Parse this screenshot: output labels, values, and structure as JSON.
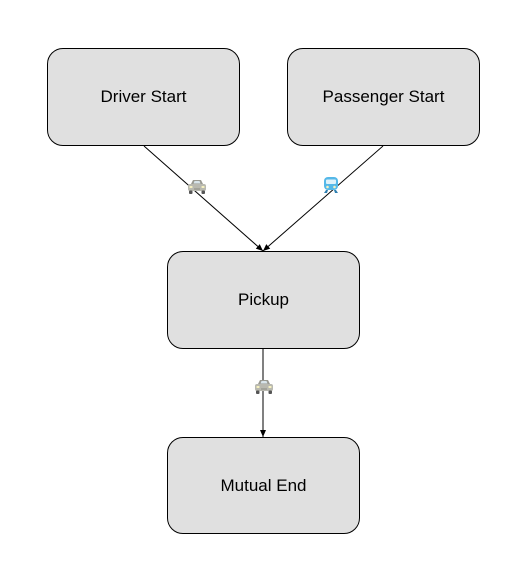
{
  "diagram": {
    "nodes": [
      {
        "id": "driver_start",
        "label": "Driver Start"
      },
      {
        "id": "passenger_start",
        "label": "Passenger Start"
      },
      {
        "id": "pickup",
        "label": "Pickup"
      },
      {
        "id": "mutual_end",
        "label": "Mutual End"
      }
    ],
    "edges": [
      {
        "from": "driver_start",
        "to": "pickup",
        "mode_icon": "car-icon"
      },
      {
        "from": "passenger_start",
        "to": "pickup",
        "mode_icon": "passenger-icon"
      },
      {
        "from": "pickup",
        "to": "mutual_end",
        "mode_icon": "car-icon"
      }
    ]
  },
  "colors": {
    "node_fill": "#e0e0e0",
    "node_border": "#000000",
    "edge": "#000000",
    "car_body": "#b9b9b0",
    "passenger_body": "#55b8e8"
  }
}
